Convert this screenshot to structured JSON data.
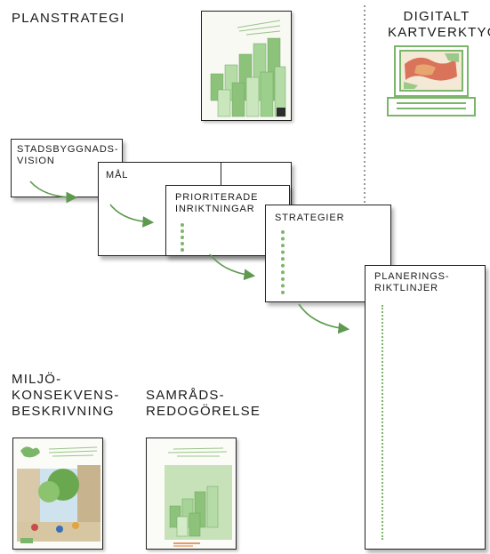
{
  "headings": {
    "planstrategi": "PLANSTRATEGI",
    "digitalt": "DIGITALT",
    "kartverktyg": "KARTVERKTYG",
    "miljo_1": "MILJÖ-",
    "miljo_2": "KONSEKVENS-",
    "miljo_3": "BESKRIVNING",
    "samrad_1": "SAMRÅDS-",
    "samrad_2": "REDOGÖRELSE"
  },
  "cards": {
    "vision_1": "STADSBYGGNADS-",
    "vision_2": "VISION",
    "mal": "MÅL",
    "prio_1": "PRIORITERADE",
    "prio_2": "INRIKTNINGAR",
    "strategier": "STRATEGIER",
    "plan_1": "PLANERINGS-",
    "plan_2": "RIKTLINJER"
  },
  "colors": {
    "accent_green": "#7bb66a",
    "arrow_green": "#5d9a4f",
    "outline": "#222222"
  },
  "icons": [
    "computer-map-icon",
    "curved-arrow-icon"
  ]
}
